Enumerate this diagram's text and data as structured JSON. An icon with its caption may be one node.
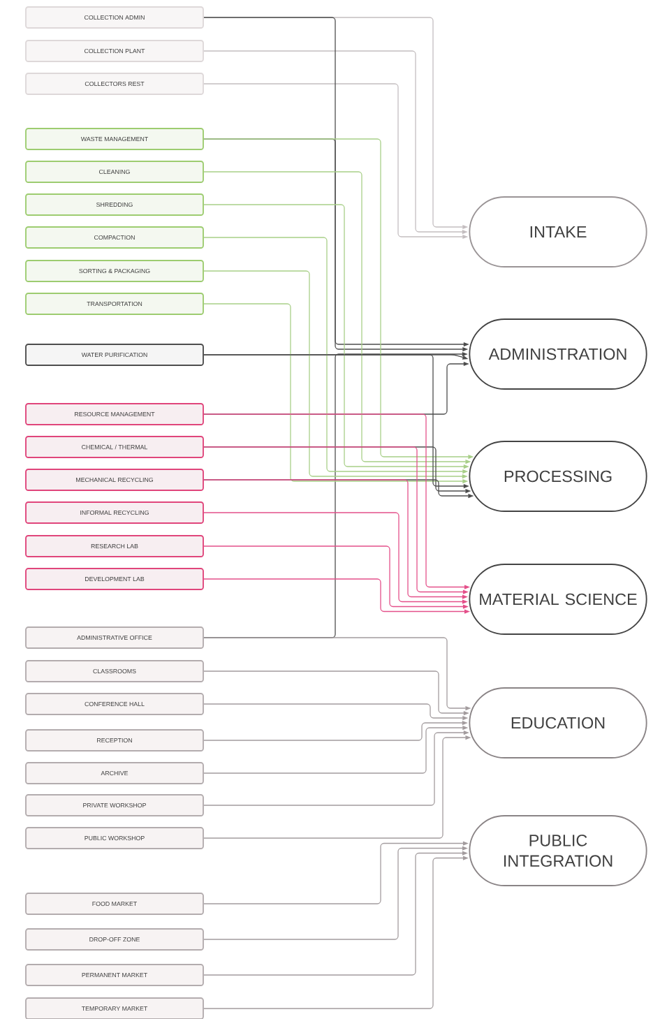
{
  "diagram": {
    "nodes": [
      {
        "text": [
          "COLLECTION ADMIN"
        ]
      },
      {
        "text": [
          "COLLECTION PLANT"
        ]
      },
      {
        "text": [
          "COLLECTORS REST"
        ]
      },
      {
        "text": [
          "WASTE MANAGEMENT"
        ]
      },
      {
        "text": [
          "CLEANING"
        ]
      },
      {
        "text": [
          "SHREDDING"
        ]
      },
      {
        "text": [
          "COMPACTION"
        ]
      },
      {
        "text": [
          "SORTING & PACKAGING"
        ]
      },
      {
        "text": [
          "TRANSPORTATION"
        ]
      },
      {
        "text": [
          "WATER PURIFICATION"
        ]
      },
      {
        "text": [
          "RESOURCE MANAGEMENT"
        ]
      },
      {
        "text": [
          "CHEMICAL / THERMAL"
        ]
      },
      {
        "text": [
          "MECHANICAL RECYCLING"
        ]
      },
      {
        "text": [
          "INFORMAL RECYCLING"
        ]
      },
      {
        "text": [
          "RESEARCH LAB"
        ]
      },
      {
        "text": [
          "DEVELOPMENT LAB"
        ]
      },
      {
        "text": [
          "ADMINISTRATIVE OFFICE"
        ]
      },
      {
        "text": [
          "CLASSROOMS"
        ]
      },
      {
        "text": [
          "CONFERENCE HALL"
        ]
      },
      {
        "text": [
          "RECEPTION"
        ]
      },
      {
        "text": [
          "ARCHIVE"
        ]
      },
      {
        "text": [
          "PRIVATE WORKSHOP"
        ]
      },
      {
        "text": [
          "PUBLIC WORKSHOP"
        ]
      },
      {
        "text": [
          "FOOD MARKET"
        ]
      },
      {
        "text": [
          "DROP-OFF ZONE"
        ]
      },
      {
        "text": [
          "PERMANENT MARKET"
        ]
      },
      {
        "text": [
          "TEMPORARY MARKET"
        ]
      },
      {
        "text": [
          "INTAKE"
        ]
      },
      {
        "text": [
          "ADMINISTRATION"
        ]
      },
      {
        "text": [
          "PROCESSING"
        ]
      },
      {
        "text": [
          "MATERIAL SCIENCE"
        ]
      },
      {
        "text": [
          "EDUCATION"
        ]
      },
      {
        "text": [
          "PUBLIC INTEGRATION"
        ]
      }
    ],
    "edges": [
      {
        "from": 0,
        "to": 27,
        "arrow": "to",
        "color": "#c4bec0"
      },
      {
        "from": 1,
        "to": 27,
        "arrow": "to",
        "color": "#c4bec0"
      },
      {
        "from": 2,
        "to": 27,
        "arrow": "to",
        "color": "#c4bec0"
      },
      {
        "from": 0,
        "to": 28,
        "arrow": "to",
        "color": "#4d4d4d"
      },
      {
        "from": 3,
        "to": 28,
        "arrow": "to",
        "color": "#4d4d4d"
      },
      {
        "from": 16,
        "to": 28,
        "arrow": "to",
        "color": "#4d4d4d"
      },
      {
        "from": 9,
        "to": 28,
        "arrow": "to",
        "color": "#4d4d4d"
      },
      {
        "from": 10,
        "to": 28,
        "arrow": "to",
        "color": "#4d4d4d"
      },
      {
        "from": 3,
        "to": 29,
        "arrow": "to",
        "color": "#a8cf88"
      },
      {
        "from": 4,
        "to": 29,
        "arrow": "to",
        "color": "#a8cf88"
      },
      {
        "from": 5,
        "to": 29,
        "arrow": "to",
        "color": "#a8cf88"
      },
      {
        "from": 6,
        "to": 29,
        "arrow": "to",
        "color": "#a8cf88"
      },
      {
        "from": 7,
        "to": 29,
        "arrow": "to",
        "color": "#a8cf88"
      },
      {
        "from": 8,
        "to": 29,
        "arrow": "to",
        "color": "#a8cf88"
      },
      {
        "from": 9,
        "to": 29,
        "arrow": "to",
        "color": "#4d4d4d"
      },
      {
        "from": 11,
        "to": 29,
        "arrow": "to",
        "color": "#4d4d4d"
      },
      {
        "from": 12,
        "to": 29,
        "arrow": "to",
        "color": "#4d4d4d"
      },
      {
        "from": 10,
        "to": 30,
        "arrow": "to",
        "color": "#e4508a"
      },
      {
        "from": 11,
        "to": 30,
        "arrow": "to",
        "color": "#e4508a"
      },
      {
        "from": 12,
        "to": 30,
        "arrow": "to",
        "color": "#e4508a"
      },
      {
        "from": 13,
        "to": 30,
        "arrow": "to",
        "color": "#e4508a"
      },
      {
        "from": 14,
        "to": 30,
        "arrow": "to",
        "color": "#e4508a"
      },
      {
        "from": 15,
        "to": 30,
        "arrow": "to",
        "color": "#e4508a"
      },
      {
        "from": 16,
        "to": 31,
        "arrow": "to"
      },
      {
        "from": 17,
        "to": 31,
        "arrow": "to"
      },
      {
        "from": 18,
        "to": 31,
        "arrow": "to"
      },
      {
        "from": 19,
        "to": 31,
        "arrow": "to"
      },
      {
        "from": 20,
        "to": 31,
        "arrow": "to"
      },
      {
        "from": 21,
        "to": 31,
        "arrow": "to"
      },
      {
        "from": 22,
        "to": 31,
        "arrow": "to"
      },
      {
        "from": 23,
        "to": 32,
        "arrow": "to"
      },
      {
        "from": 24,
        "to": 32,
        "arrow": "to"
      },
      {
        "from": 25,
        "to": 32,
        "arrow": "to"
      },
      {
        "from": 26,
        "to": 32,
        "arrow": "to"
      }
    ]
  }
}
